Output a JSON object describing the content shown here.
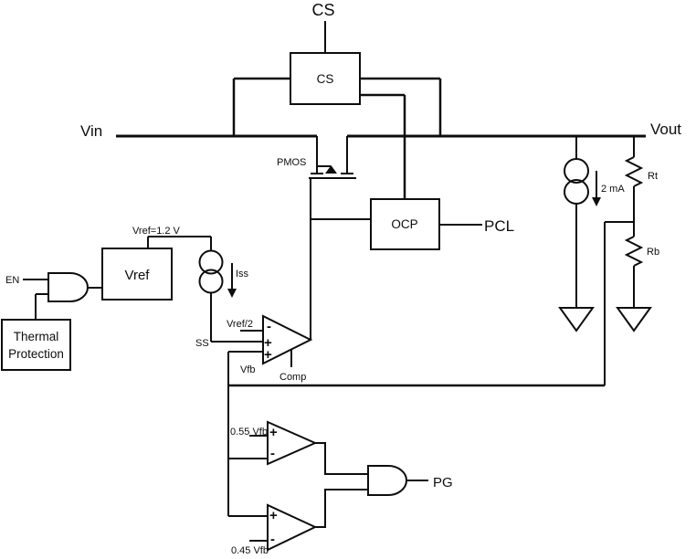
{
  "labels": {
    "cs_top": "CS",
    "vin": "Vin",
    "vout": "Vout",
    "pmos": "PMOS",
    "pcl": "PCL",
    "pg": "PG",
    "en": "EN",
    "ss": "SS",
    "iss": "Iss",
    "vref_node": "Vref=1.2 V",
    "vref_half": "Vref/2",
    "vfb": "Vfb",
    "comp": "Comp",
    "load_current": "2 mA",
    "rt": "Rt",
    "rb": "Rb",
    "upper_threshold": "0.55 Vfb",
    "lower_threshold": "0.45 Vfb"
  },
  "blocks": {
    "cs": "CS",
    "ocp": "OCP",
    "vref": "Vref",
    "thermal_line1": "Thermal",
    "thermal_line2": "Protection"
  },
  "signs": {
    "plus": "+",
    "minus": "-"
  },
  "colors": {
    "wire": "#0d0d0d",
    "background": "#ffffff"
  }
}
